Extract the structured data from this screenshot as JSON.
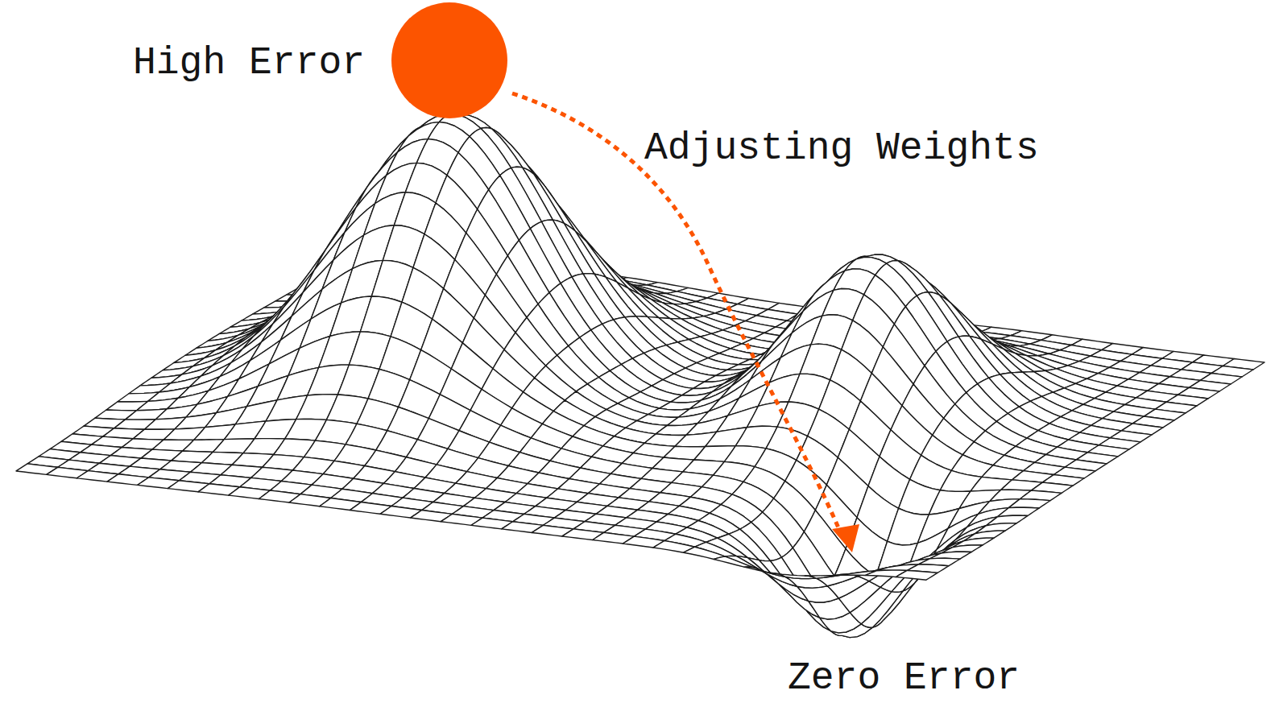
{
  "diagram": {
    "labels": [
      "High Error",
      "Adjusting Weights",
      "Zero Error"
    ]
  }
}
